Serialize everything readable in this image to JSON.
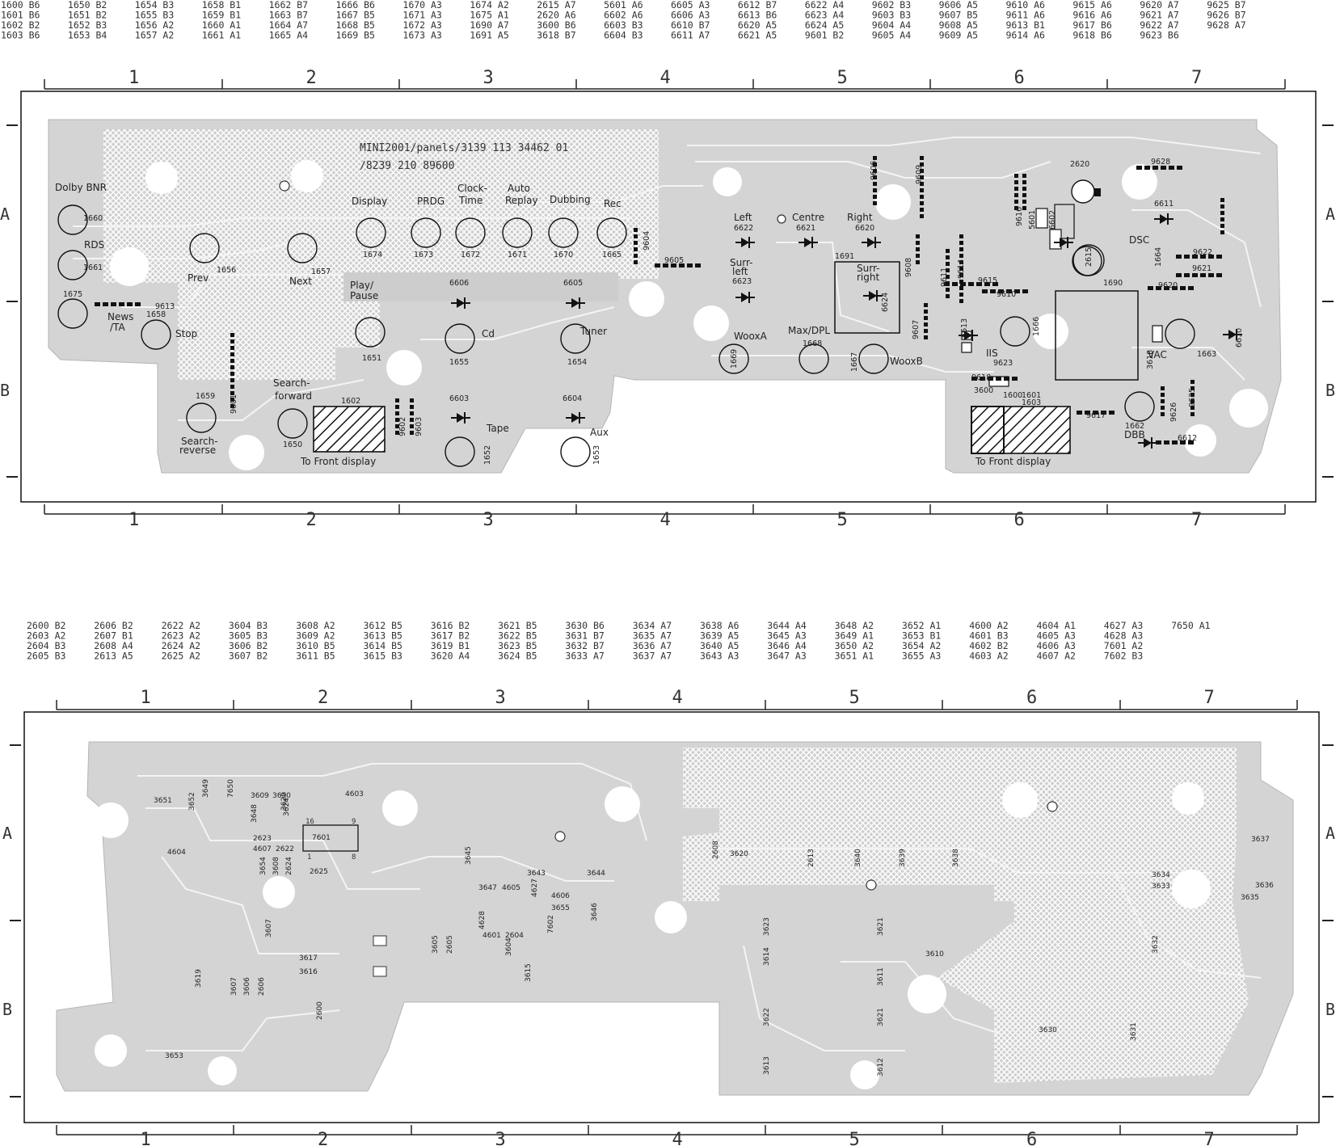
{
  "top_index": [
    [
      "1600 B6",
      "1601 B6",
      "1602 B2",
      "1603 B6"
    ],
    [
      "1650 B2",
      "1651 B2",
      "1652 B3",
      "1653 B4"
    ],
    [
      "1654 B3",
      "1655 B3",
      "1656 A2",
      "1657 A2"
    ],
    [
      "1658 B1",
      "1659 B1",
      "1660 A1",
      "1661 A1"
    ],
    [
      "1662 B7",
      "1663 B7",
      "1664 A7",
      "1665 A4"
    ],
    [
      "1666 B6",
      "1667 B5",
      "1668 B5",
      "1669 B5"
    ],
    [
      "1670 A3",
      "1671 A3",
      "1672 A3",
      "1673 A3"
    ],
    [
      "1674 A2",
      "1675 A1",
      "1690 A7",
      "1691 A5"
    ],
    [
      "2615 A7",
      "2620 A6",
      "3600 B6",
      "3618 B7"
    ],
    [
      "5601 A6",
      "6602 A6",
      "6603 B3",
      "6604 B3"
    ],
    [
      "6605 A3",
      "6606 A3",
      "6610 B7",
      "6611 A7"
    ],
    [
      "6612 B7",
      "6613 B6",
      "6620 A5",
      "6621 A5"
    ],
    [
      "6622 A4",
      "6623 A4",
      "6624 A5",
      "9601 B2"
    ],
    [
      "9602 B3",
      "9603 B3",
      "9604 A4",
      "9605 A4"
    ],
    [
      "9606 A5",
      "9607 B5",
      "9608 A5",
      "9609 A5"
    ],
    [
      "9610 A6",
      "9611 A6",
      "9613 B1",
      "9614 A6"
    ],
    [
      "9615 A6",
      "9616 A6",
      "9617 B6",
      "9618 B6"
    ],
    [
      "9620 A7",
      "9621 A7",
      "9622 A7",
      "9623 B6"
    ],
    [
      "9625 B7",
      "9626 B7",
      "9628 A7"
    ]
  ],
  "bottom_index": [
    [
      "2600 B2",
      "2603 A2",
      "2604 B3",
      "2605 B3"
    ],
    [
      "2606 B2",
      "2607 B1",
      "2608 A4",
      "2613 A5"
    ],
    [
      "2622 A2",
      "2623 A2",
      "2624 A2",
      "2625 A2"
    ],
    [
      "3604 B3",
      "3605 B3",
      "3606 B2",
      "3607 B2"
    ],
    [
      "3608 A2",
      "3609 A2",
      "3610 B5",
      "3611 B5"
    ],
    [
      "3612 B5",
      "3613 B5",
      "3614 B5",
      "3615 B3"
    ],
    [
      "3616 B2",
      "3617 B2",
      "3619 B1",
      "3620 A4"
    ],
    [
      "3621 B5",
      "3622 B5",
      "3623 B5",
      "3624 B5"
    ],
    [
      "3630 B6",
      "3631 B7",
      "3632 B7",
      "3633 A7"
    ],
    [
      "3634 A7",
      "3635 A7",
      "3636 A7",
      "3637 A7"
    ],
    [
      "3638 A6",
      "3639 A5",
      "3640 A5",
      "3643 A3"
    ],
    [
      "3644 A4",
      "3645 A3",
      "3646 A4",
      "3647 A3"
    ],
    [
      "3648 A2",
      "3649 A1",
      "3650 A2",
      "3651 A1"
    ],
    [
      "3652 A1",
      "3653 B1",
      "3654 A2",
      "3655 A3"
    ],
    [
      "4600 A2",
      "4601 B3",
      "4602 B2",
      "4603 A2"
    ],
    [
      "4604 A1",
      "4605 A3",
      "4606 A3",
      "4607 A2"
    ],
    [
      "4627 A3",
      "4628 A3",
      "7601 A2",
      "7602 B3"
    ],
    [
      "7650 A1"
    ]
  ],
  "grid": {
    "columns": [
      "1",
      "2",
      "3",
      "4",
      "5",
      "6",
      "7"
    ],
    "rows": [
      "A",
      "B"
    ]
  },
  "top_board": {
    "title_line1": "MINI2001/panels/3139 113 34462 01",
    "title_line2": "/8239 210 89600",
    "labels": [
      {
        "text": "Dolby BNR"
      },
      {
        "text": "RDS"
      },
      {
        "text": "News"
      },
      {
        "text": "/TA"
      },
      {
        "text": "Stop"
      },
      {
        "text": "Prev"
      },
      {
        "text": "Next"
      },
      {
        "text": "Display"
      },
      {
        "text": "PRDG"
      },
      {
        "text": "Clock-"
      },
      {
        "text": "Time"
      },
      {
        "text": "Auto"
      },
      {
        "text": "Replay"
      },
      {
        "text": "Dubbing"
      },
      {
        "text": "Rec"
      },
      {
        "text": "Play/"
      },
      {
        "text": "Pause"
      },
      {
        "text": "Cd"
      },
      {
        "text": "Tuner"
      },
      {
        "text": "Search-"
      },
      {
        "text": "forward"
      },
      {
        "text": "Search-"
      },
      {
        "text": "reverse"
      },
      {
        "text": "Tape"
      },
      {
        "text": "Aux"
      },
      {
        "text": "To Front display"
      },
      {
        "text": "Left"
      },
      {
        "text": "Centre"
      },
      {
        "text": "Right"
      },
      {
        "text": "Surr-"
      },
      {
        "text": "left"
      },
      {
        "text": "Surr-"
      },
      {
        "text": "right"
      },
      {
        "text": "WooxA"
      },
      {
        "text": "Max/DPL"
      },
      {
        "text": "WooxB"
      },
      {
        "text": "DSC"
      },
      {
        "text": "VAC"
      },
      {
        "text": "DBB"
      },
      {
        "text": "To Front display"
      },
      {
        "text": "IIS"
      }
    ],
    "refs": [
      {
        "text": "1660"
      },
      {
        "text": "1661"
      },
      {
        "text": "1675"
      },
      {
        "text": "1658"
      },
      {
        "text": "9613"
      },
      {
        "text": "1656"
      },
      {
        "text": "1657"
      },
      {
        "text": "1674"
      },
      {
        "text": "1673"
      },
      {
        "text": "1672"
      },
      {
        "text": "1671"
      },
      {
        "text": "1670"
      },
      {
        "text": "1665"
      },
      {
        "text": "9604"
      },
      {
        "text": "9605"
      },
      {
        "text": "6606"
      },
      {
        "text": "6605"
      },
      {
        "text": "1651"
      },
      {
        "text": "1655"
      },
      {
        "text": "1654"
      },
      {
        "text": "9601"
      },
      {
        "text": "1659"
      },
      {
        "text": "1650"
      },
      {
        "text": "1602"
      },
      {
        "text": "9602"
      },
      {
        "text": "9603"
      },
      {
        "text": "6603"
      },
      {
        "text": "6604"
      },
      {
        "text": "1652"
      },
      {
        "text": "1653"
      },
      {
        "text": "6622"
      },
      {
        "text": "6621"
      },
      {
        "text": "6620"
      },
      {
        "text": "6623"
      },
      {
        "text": "1691"
      },
      {
        "text": "6624"
      },
      {
        "text": "9606"
      },
      {
        "text": "9609"
      },
      {
        "text": "9608"
      },
      {
        "text": "9607"
      },
      {
        "text": "1669"
      },
      {
        "text": "1668"
      },
      {
        "text": "1667"
      },
      {
        "text": "6613"
      },
      {
        "text": "9611"
      },
      {
        "text": "9614"
      },
      {
        "text": "9615"
      },
      {
        "text": "9610"
      },
      {
        "text": "9618"
      },
      {
        "text": "3600"
      },
      {
        "text": "9623"
      },
      {
        "text": "1600"
      },
      {
        "text": "1601"
      },
      {
        "text": "1603"
      },
      {
        "text": "9616"
      },
      {
        "text": "5601"
      },
      {
        "text": "6602"
      },
      {
        "text": "2620"
      },
      {
        "text": "2615"
      },
      {
        "text": "1690"
      },
      {
        "text": "1666"
      },
      {
        "text": "9617"
      },
      {
        "text": "1662"
      },
      {
        "text": "9628"
      },
      {
        "text": "6611"
      },
      {
        "text": "1664"
      },
      {
        "text": "9622"
      },
      {
        "text": "9621"
      },
      {
        "text": "9620"
      },
      {
        "text": "6610"
      },
      {
        "text": "3618"
      },
      {
        "text": "1663"
      },
      {
        "text": "9625"
      },
      {
        "text": "9626"
      },
      {
        "text": "6612"
      }
    ]
  },
  "bottom_board": {
    "refs": [
      {
        "text": "3651"
      },
      {
        "text": "3652"
      },
      {
        "text": "3649"
      },
      {
        "text": "7650"
      },
      {
        "text": "3609"
      },
      {
        "text": "3650"
      },
      {
        "text": "3620"
      },
      {
        "text": "4603"
      },
      {
        "text": "3648"
      },
      {
        "text": "3624"
      },
      {
        "text": "4604"
      },
      {
        "text": "2623"
      },
      {
        "text": "4607"
      },
      {
        "text": "2622"
      },
      {
        "text": "7601"
      },
      {
        "text": "3654"
      },
      {
        "text": "3608"
      },
      {
        "text": "2624"
      },
      {
        "text": "2625"
      },
      {
        "text": "3645"
      },
      {
        "text": "3643"
      },
      {
        "text": "3644"
      },
      {
        "text": "3647"
      },
      {
        "text": "4605"
      },
      {
        "text": "4627"
      },
      {
        "text": "4606"
      },
      {
        "text": "3655"
      },
      {
        "text": "7602"
      },
      {
        "text": "3646"
      },
      {
        "text": "4628"
      },
      {
        "text": "3605"
      },
      {
        "text": "2605"
      },
      {
        "text": "4601"
      },
      {
        "text": "2604"
      },
      {
        "text": "3604"
      },
      {
        "text": "3615"
      },
      {
        "text": "3607"
      },
      {
        "text": "3617"
      },
      {
        "text": "3616"
      },
      {
        "text": "3619"
      },
      {
        "text": "3607"
      },
      {
        "text": "3606"
      },
      {
        "text": "2606"
      },
      {
        "text": "2600"
      },
      {
        "text": "3653"
      },
      {
        "text": "2608"
      },
      {
        "text": "3620"
      },
      {
        "text": "2613"
      },
      {
        "text": "3640"
      },
      {
        "text": "3639"
      },
      {
        "text": "3638"
      },
      {
        "text": "3623"
      },
      {
        "text": "3614"
      },
      {
        "text": "3621"
      },
      {
        "text": "3610"
      },
      {
        "text": "3611"
      },
      {
        "text": "3622"
      },
      {
        "text": "3621"
      },
      {
        "text": "3613"
      },
      {
        "text": "3612"
      },
      {
        "text": "3630"
      },
      {
        "text": "3631"
      },
      {
        "text": "3632"
      },
      {
        "text": "3634"
      },
      {
        "text": "3633"
      },
      {
        "text": "3637"
      },
      {
        "text": "3636"
      },
      {
        "text": "3635"
      }
    ]
  }
}
